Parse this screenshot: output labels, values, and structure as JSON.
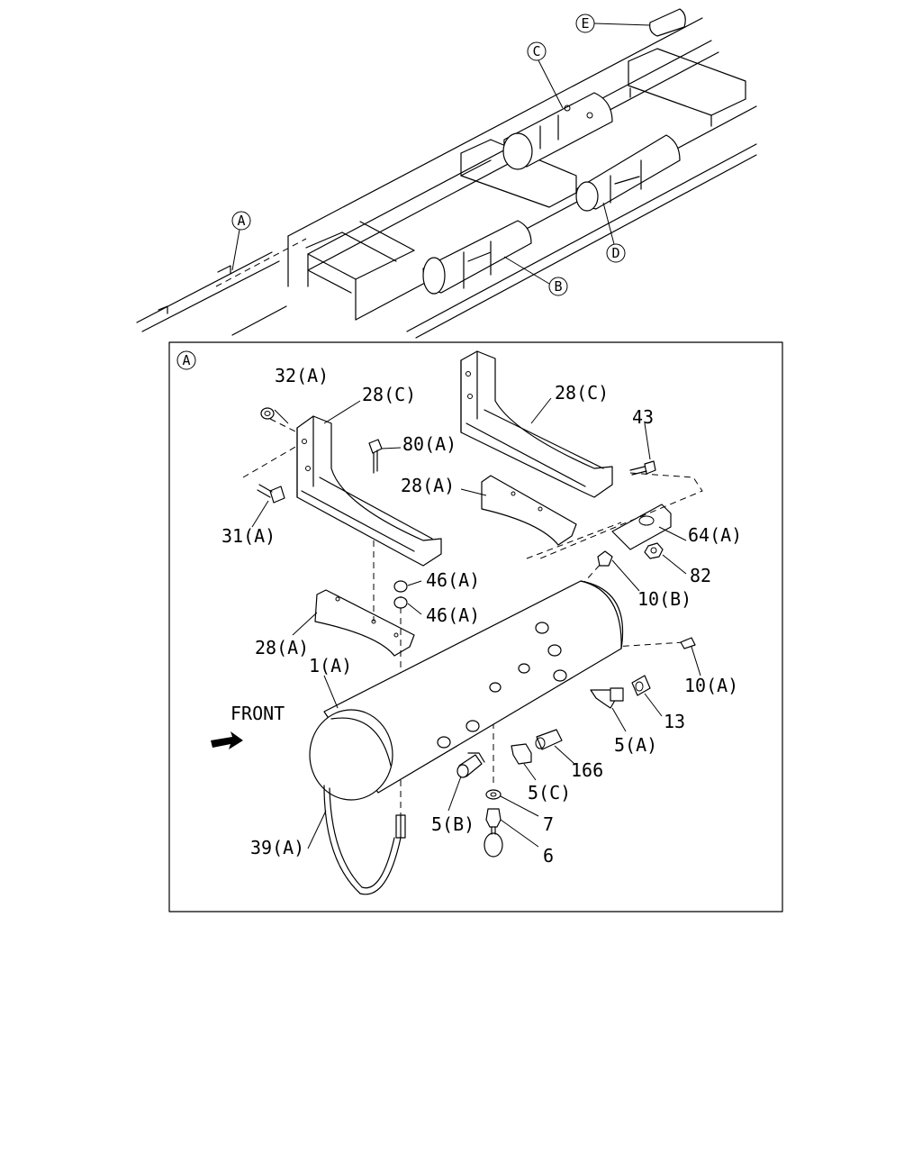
{
  "overview": {
    "callouts": {
      "a": "A",
      "b": "B",
      "c": "C",
      "d": "D",
      "e": "E"
    }
  },
  "detail": {
    "panel_letter": "A",
    "front_label": "FRONT",
    "parts": {
      "p32a": "32(A)",
      "p28c_left": "28(C)",
      "p80a": "80(A)",
      "p31a": "31(A)",
      "p28c_right": "28(C)",
      "p43": "43",
      "p28a_upper": "28(A)",
      "p64a": "64(A)",
      "p82": "82",
      "p46a_1": "46(A)",
      "p46a_2": "46(A)",
      "p10b": "10(B)",
      "p28a_lower": "28(A)",
      "p1a": "1(A)",
      "p10a": "10(A)",
      "p13": "13",
      "p5a": "5(A)",
      "p166": "166",
      "p5c": "5(C)",
      "p5b": "5(B)",
      "p7": "7",
      "p6": "6",
      "p39a": "39(A)"
    }
  }
}
